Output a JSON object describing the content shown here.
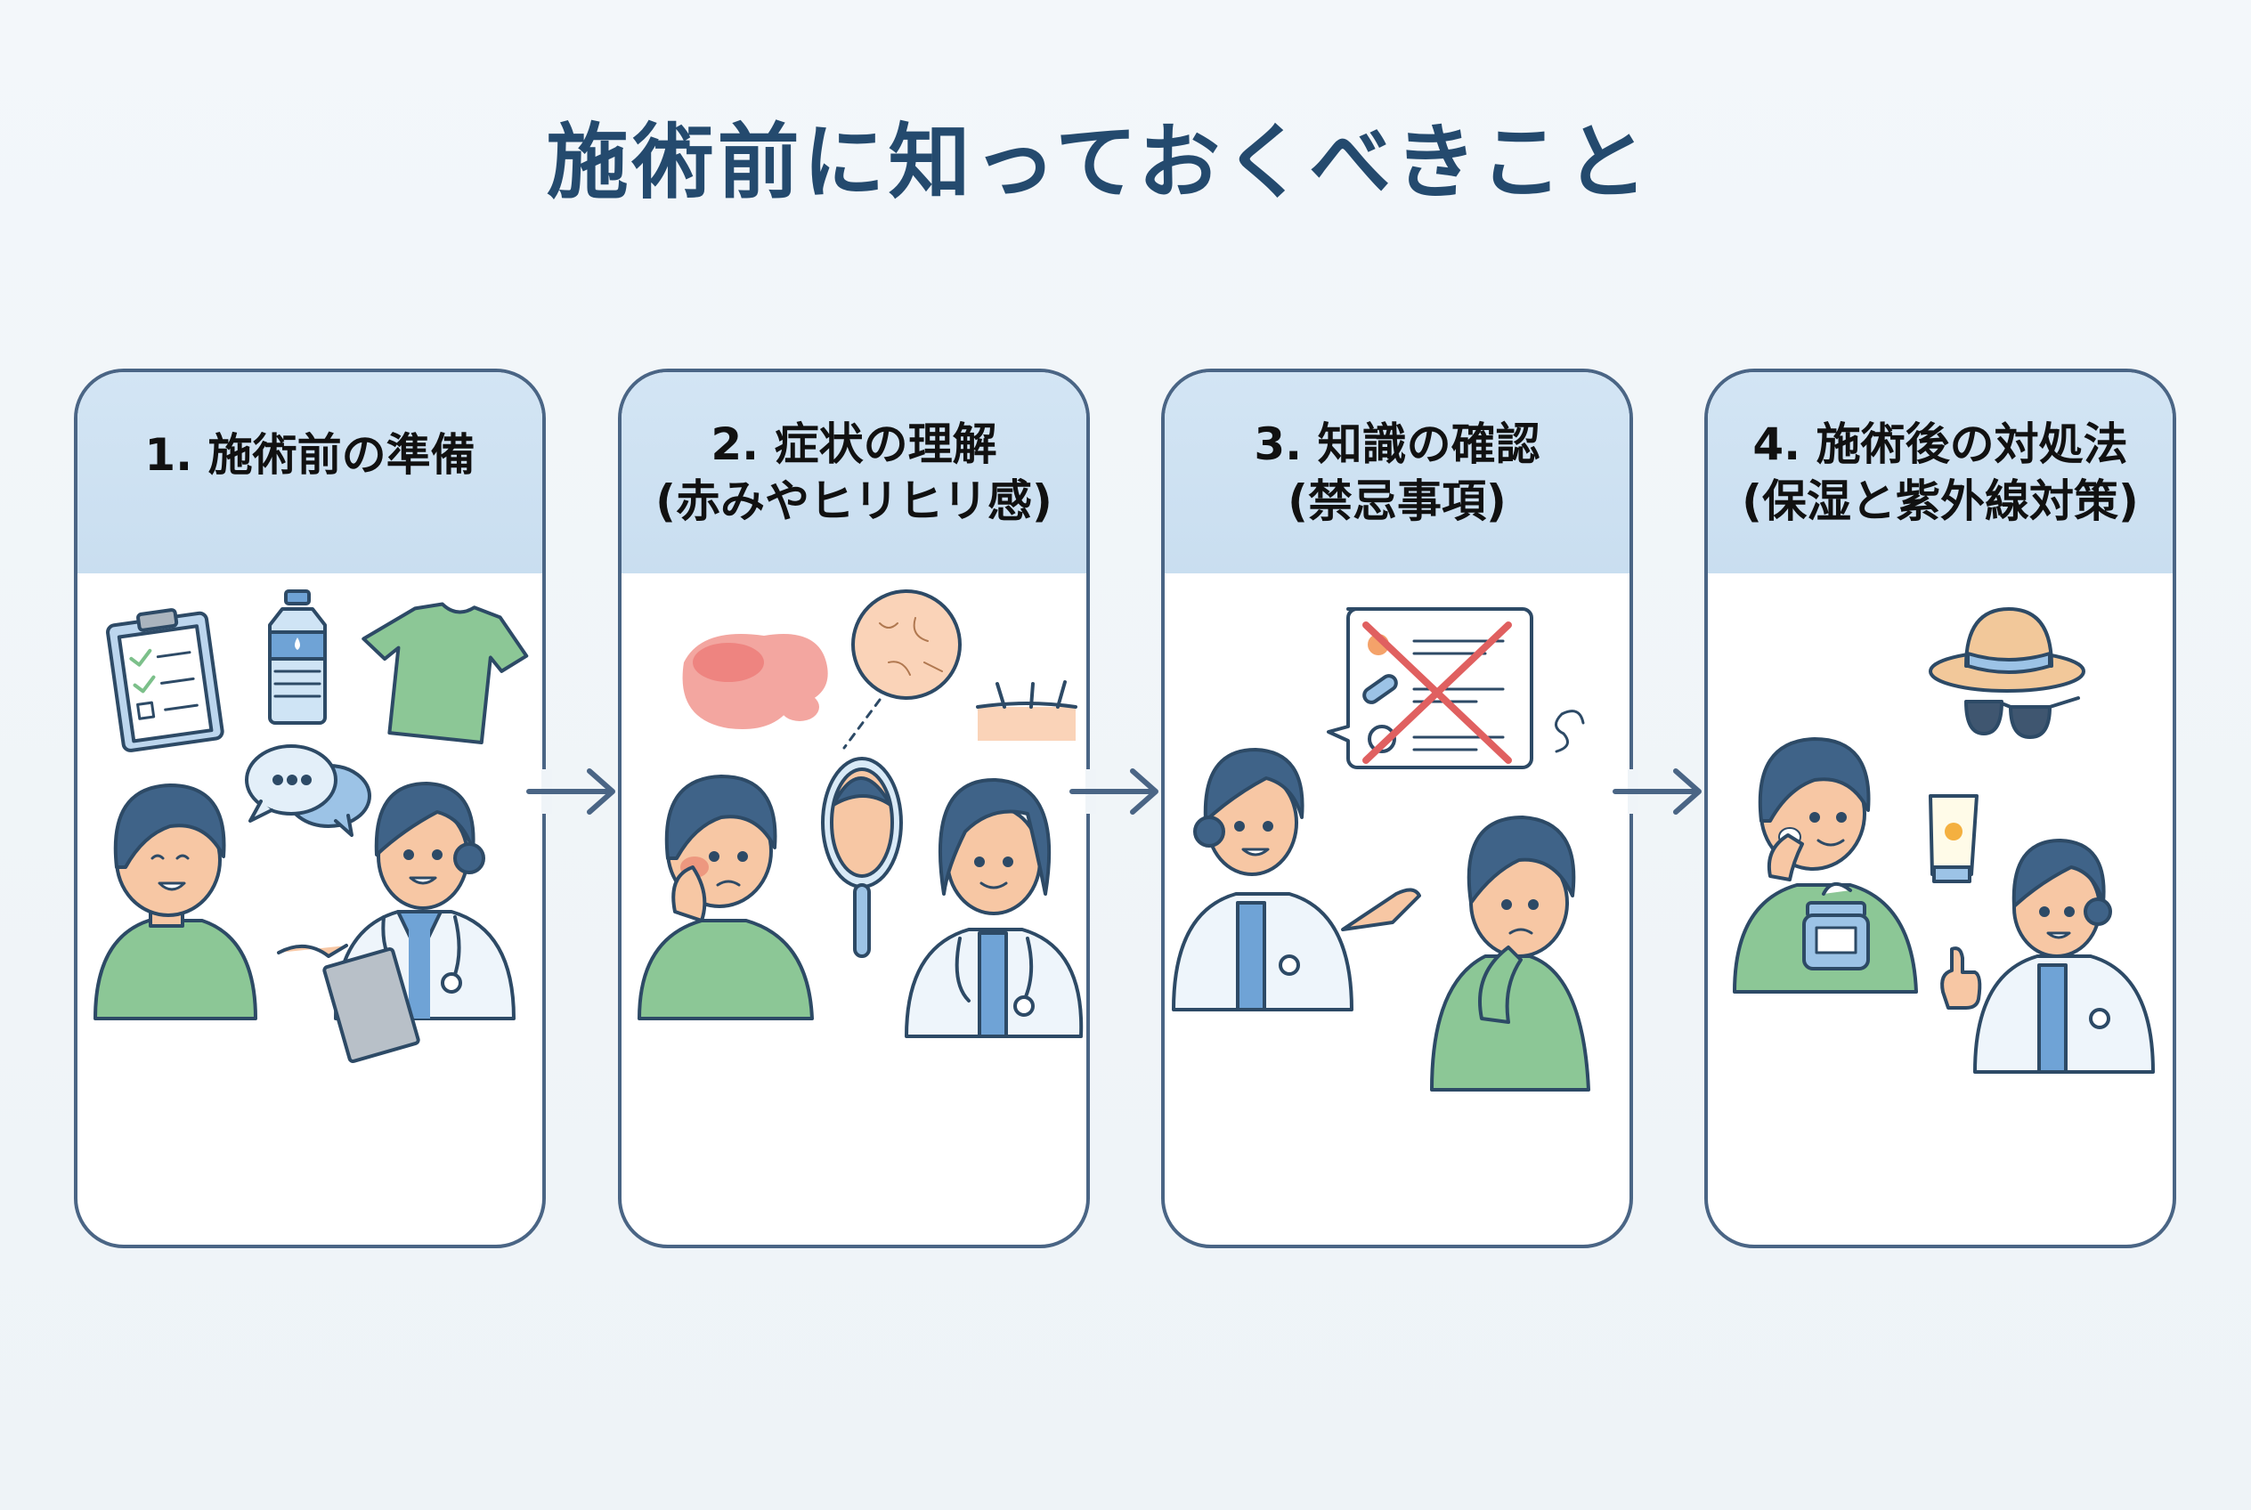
{
  "title": "施術前に知っておくべきこと",
  "colors": {
    "title": "#244a6e",
    "card_border": "#4a6585",
    "card_header_bg": "#cfe2f3",
    "page_bg": "#f0f5f9",
    "arrow": "#4a6585",
    "shirt_green": "#8cc796",
    "skin": "#f7c7a4",
    "hair": "#3f6388",
    "scrub_blue": "#6fa3d6",
    "alert_red": "#e06060"
  },
  "steps": [
    {
      "number": "1.",
      "title_line1": "1. 施術前の準備",
      "title_line2": "",
      "illustration": {
        "icons": [
          "clipboard-checklist-icon",
          "water-bottle-icon",
          "t-shirt-icon",
          "speech-bubbles-icon"
        ],
        "scene": "patient-consulting-doctor-with-clipboard",
        "checklist": [
          "checked",
          "checked",
          "unchecked"
        ],
        "speech_text": "• • •"
      }
    },
    {
      "number": "2.",
      "title_line1": "2. 症状の理解",
      "title_line2": "(赤みやヒリヒリ感)",
      "illustration": {
        "icons": [
          "redness-patch-icon",
          "dry-skin-magnifier-icon",
          "skin-hair-cross-section-icon",
          "hand-mirror-icon"
        ],
        "scene": "patient-checking-red-cheek-in-mirror-doctor-listening"
      }
    },
    {
      "number": "3.",
      "title_line1": "3. 知識の確認",
      "title_line2": "(禁忌事項)",
      "illustration": {
        "icons": [
          "sun-icon",
          "pill-icon",
          "medication-icon",
          "red-x-icon",
          "thought-squiggle-icon"
        ],
        "scene": "doctor-explaining-contraindications-patient-thinking"
      }
    },
    {
      "number": "4.",
      "title_line1": "4. 施術後の対処法",
      "title_line2": "(保湿と紫外線対策)",
      "illustration": {
        "icons": [
          "sun-hat-icon",
          "sunglasses-icon",
          "sunscreen-tube-icon",
          "moisturizer-jar-icon",
          "thumbs-up-icon"
        ],
        "scene": "patient-applying-cream-doctor-thumbs-up"
      }
    }
  ],
  "arrows": [
    "arrow-1-to-2",
    "arrow-2-to-3",
    "arrow-3-to-4"
  ]
}
